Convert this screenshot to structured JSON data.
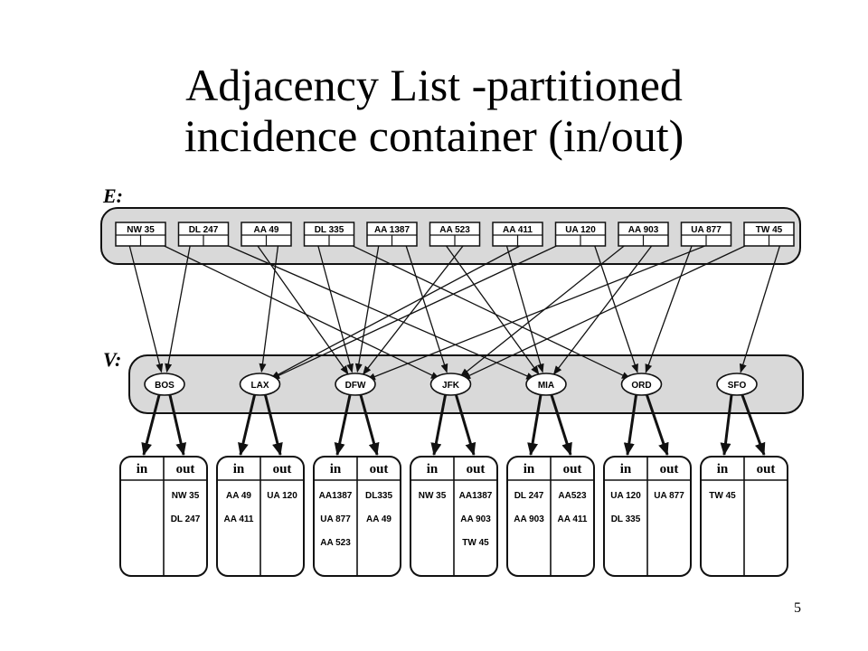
{
  "title_line1": "Adjacency List -partitioned",
  "title_line2": "incidence container (in/out)",
  "edge_section_label": "E:",
  "vertex_section_label": "V:",
  "page_number": "5",
  "edges": [
    {
      "label": "NW 35",
      "from": "BOS",
      "to": "JFK"
    },
    {
      "label": "DL 247",
      "from": "BOS",
      "to": "MIA"
    },
    {
      "label": "AA 49",
      "from": "DFW",
      "to": "LAX"
    },
    {
      "label": "DL 335",
      "from": "DFW",
      "to": "ORD"
    },
    {
      "label": "AA 1387",
      "from": "DFW",
      "to": "JFK"
    },
    {
      "label": "AA 523",
      "from": "MIA",
      "to": "DFW"
    },
    {
      "label": "AA 411",
      "from": "MIA",
      "to": "LAX"
    },
    {
      "label": "UA 120",
      "from": "LAX",
      "to": "ORD"
    },
    {
      "label": "AA 903",
      "from": "JFK",
      "to": "MIA"
    },
    {
      "label": "UA 877",
      "from": "ORD",
      "to": "DFW"
    },
    {
      "label": "TW 45",
      "from": "JFK",
      "to": "SFO"
    }
  ],
  "vertices": [
    "BOS",
    "LAX",
    "DFW",
    "JFK",
    "MIA",
    "ORD",
    "SFO"
  ],
  "containers": [
    {
      "vertex": "BOS",
      "in_header": "in",
      "out_header": "out",
      "in": [],
      "out": [
        "NW 35",
        "DL 247"
      ]
    },
    {
      "vertex": "LAX",
      "in_header": "in",
      "out_header": "out",
      "in": [
        "AA 49",
        "AA 411"
      ],
      "out": [
        "UA 120"
      ]
    },
    {
      "vertex": "DFW",
      "in_header": "in",
      "out_header": "out",
      "in": [
        "AA1387",
        "UA 877",
        "AA 523"
      ],
      "out": [
        "DL335",
        "AA 49"
      ]
    },
    {
      "vertex": "JFK",
      "in_header": "in",
      "out_header": "out",
      "in": [
        "NW 35"
      ],
      "out": [
        "AA1387",
        "AA 903",
        "TW 45"
      ]
    },
    {
      "vertex": "MIA",
      "in_header": "in",
      "out_header": "out",
      "in": [
        "DL 247",
        "AA 903"
      ],
      "out": [
        "AA523",
        "AA 411"
      ]
    },
    {
      "vertex": "ORD",
      "in_header": "in",
      "out_header": "out",
      "in": [
        "UA 120",
        "DL 335"
      ],
      "out": [
        "UA 877"
      ]
    },
    {
      "vertex": "SFO",
      "in_header": "in",
      "out_header": "out",
      "in": [
        "TW 45"
      ],
      "out": []
    }
  ],
  "colors": {
    "panel_fill": "#d9d9d9",
    "stroke": "#111111",
    "background": "#ffffff"
  }
}
